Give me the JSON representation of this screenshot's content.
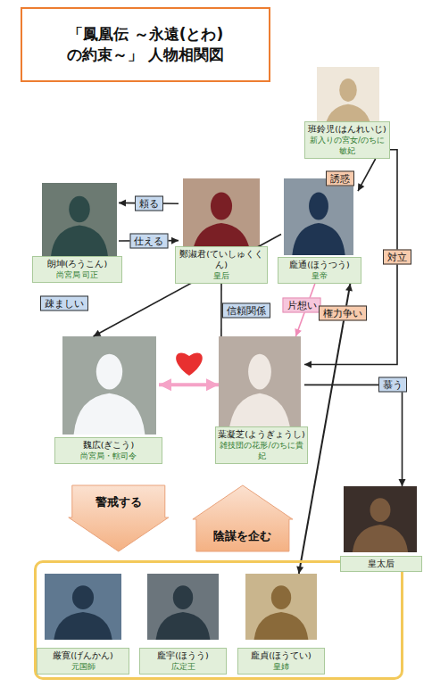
{
  "diagram": {
    "title": "「鳳凰伝 ～永遠(とわ)の約束～」 人物相関図",
    "nodes": [
      {
        "text": [
          "班鈴児(はんれいじ)",
          "新入りの宮女/のちに敏妃"
        ]
      },
      {
        "text": [
          "朗坤(ろうこん)",
          "尚宮局 司正"
        ]
      },
      {
        "text": [
          "鄭淑君(ていしゅくくん)",
          "皇后"
        ]
      },
      {
        "text": [
          "龐通(ほうつう)",
          "皇帝"
        ]
      },
      {
        "text": [
          "魏広(ぎこう)",
          "尚宮局・轄司令"
        ]
      },
      {
        "text": [
          "葉凝芝(ようぎょうし)",
          "雑技団の花形/のちに貴妃"
        ]
      },
      {
        "text": [
          "皇太后"
        ]
      },
      {
        "text": []
      },
      {
        "text": [
          "厳寛(げんかん)",
          "元国師"
        ],
        "in": 7
      },
      {
        "text": [
          "龐宇(ほうう)",
          "広定王"
        ],
        "in": 7
      },
      {
        "text": [
          "龐貞(ほうてい)",
          "皇姉"
        ],
        "in": 7
      }
    ],
    "edges": [
      {
        "from": 2,
        "to": 1,
        "label": "頼る",
        "arrow": "to"
      },
      {
        "from": 1,
        "to": 2,
        "label": "仕える",
        "arrow": "to"
      },
      {
        "from": 0,
        "to": 3,
        "label": "誘惑",
        "arrow": "to"
      },
      {
        "from": 0,
        "to": 5,
        "label": "対立",
        "arrow": "to"
      },
      {
        "from": 3,
        "to": 4,
        "label": "疎ましい",
        "arrow": "to"
      },
      {
        "from": 2,
        "to": 5,
        "label": "信頼関係",
        "arrow": "none"
      },
      {
        "from": 3,
        "to": 5,
        "label": "片想い",
        "arrow": "to"
      },
      {
        "from": 4,
        "to": 5,
        "arrow": "both"
      },
      {
        "from": 3,
        "to": 10,
        "label": "権力争い",
        "arrow": "both"
      },
      {
        "from": 5,
        "to": 6,
        "label": "慕う",
        "arrow": "to"
      },
      {
        "from": 4,
        "to": 7,
        "label": "警戒する",
        "arrow": "to"
      },
      {
        "from": 7,
        "to": 5,
        "label": "陰謀を企む",
        "arrow": "to"
      }
    ]
  }
}
